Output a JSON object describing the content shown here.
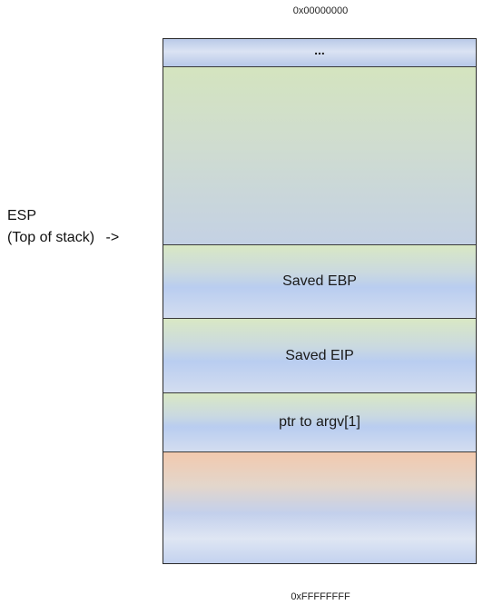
{
  "addresses": {
    "top": "0x00000000",
    "bottom": "0xFFFFFFFF"
  },
  "pointer": {
    "register": "ESP",
    "description": "(Top of stack)",
    "arrow": "->"
  },
  "stack": {
    "cells": [
      {
        "label": "..."
      },
      {
        "label": ""
      },
      {
        "label": "Saved EBP"
      },
      {
        "label": "Saved EIP"
      },
      {
        "label": "ptr to argv[1]"
      },
      {
        "label": ""
      }
    ]
  }
}
